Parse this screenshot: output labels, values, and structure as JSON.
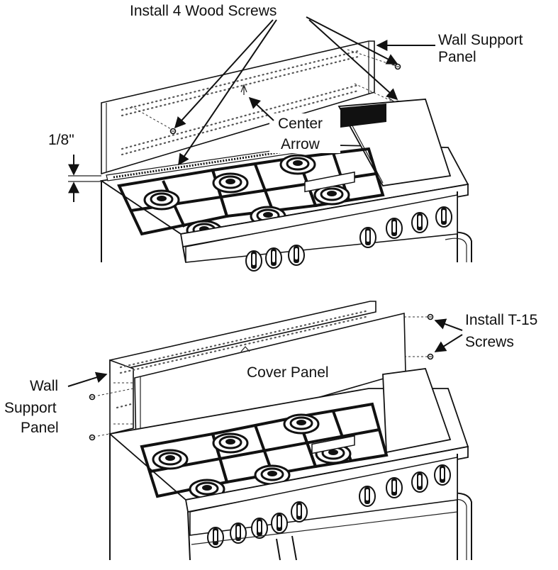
{
  "figure_top": {
    "label_screws": "Install 4 Wood Screws",
    "label_wall_line1": "Wall Support",
    "label_wall_line2": "Panel",
    "label_center_line1": "Center",
    "label_center_line2": "Arrow",
    "label_gap": "1/8\""
  },
  "figure_bottom": {
    "label_screws_line1": "Install T-15",
    "label_screws_line2": "Screws",
    "label_cover": "Cover Panel",
    "label_wall_line1": "Wall",
    "label_wall_line2": "Support",
    "label_wall_line3": "Panel"
  },
  "colors": {
    "ink": "#111111",
    "paper": "#ffffff",
    "arrow": "#111111"
  }
}
